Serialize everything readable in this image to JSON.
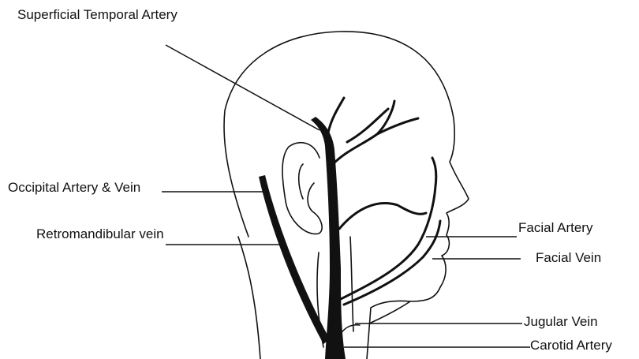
{
  "diagram": {
    "labels": {
      "superficial_temporal_artery": "Superficial Temporal Artery",
      "occipital_artery_vein": "Occipital Artery & Vein",
      "retromandibular_vein": "Retromandibular vein",
      "facial_artery": "Facial Artery",
      "facial_vein": "Facial Vein",
      "jugular_vein": "Jugular Vein",
      "carotid_artery": "Carotid Artery"
    },
    "colors": {
      "ink": "#111111",
      "background": "#ffffff"
    }
  }
}
